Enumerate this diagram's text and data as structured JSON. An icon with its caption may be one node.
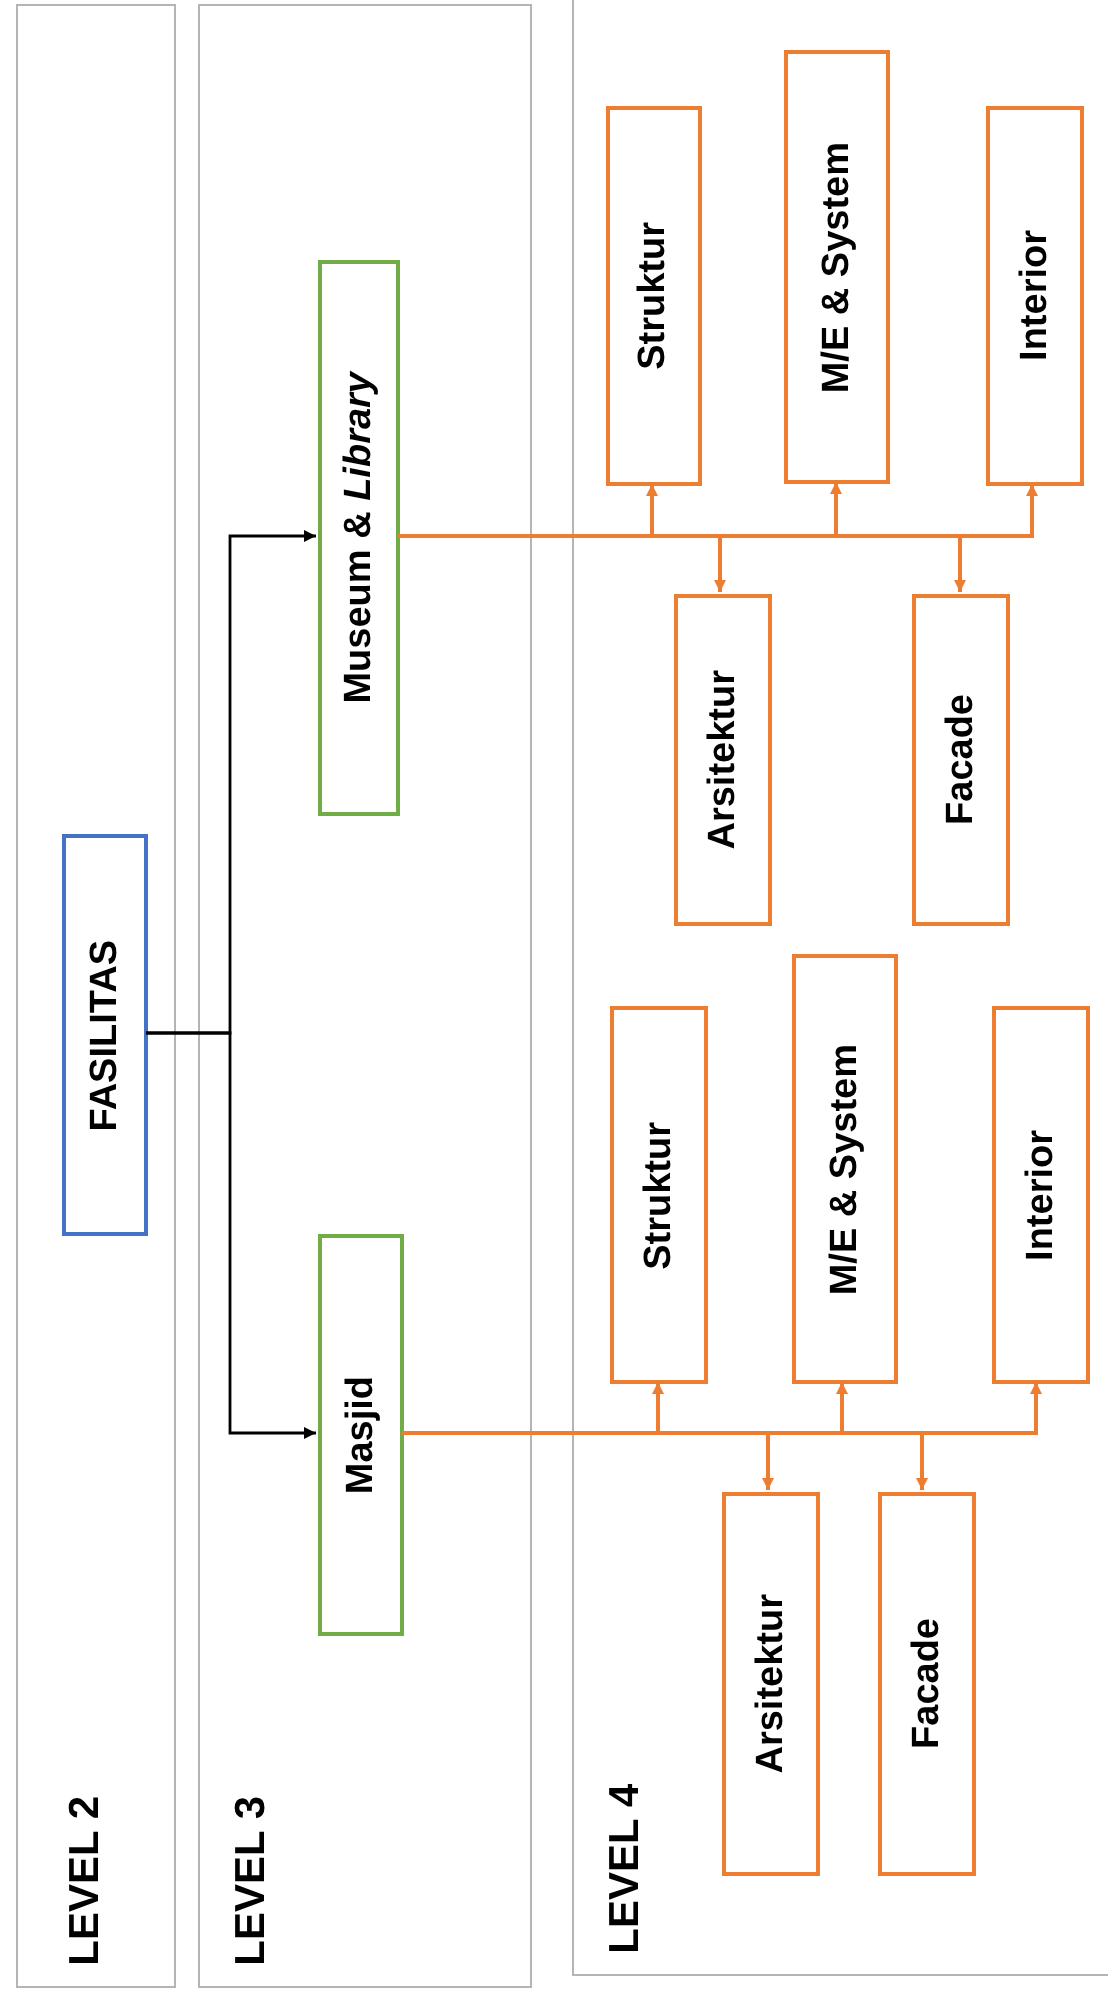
{
  "diagram": {
    "nodes": [
      {
        "text": [
          "LEVEL 2"
        ]
      },
      {
        "text": [
          "FASILITAS"
        ],
        "in": 0
      },
      {
        "text": [
          "LEVEL 3"
        ]
      },
      {
        "text": [
          "Museum & *Library*"
        ],
        "in": 2
      },
      {
        "text": [
          "Masjid"
        ],
        "in": 2
      },
      {
        "text": [
          "LEVEL 4"
        ]
      },
      {
        "text": [
          "Struktur"
        ],
        "in": 5
      },
      {
        "text": [
          "M/E & System"
        ],
        "in": 5
      },
      {
        "text": [
          "Interior"
        ],
        "in": 5
      },
      {
        "text": [
          "Arsitektur"
        ],
        "in": 5
      },
      {
        "text": [
          "Facade"
        ],
        "in": 5
      },
      {
        "text": [
          "Struktur"
        ],
        "in": 5
      },
      {
        "text": [
          "M/E & System"
        ],
        "in": 5
      },
      {
        "text": [
          "Interior"
        ],
        "in": 5
      },
      {
        "text": [
          "Arsitektur"
        ],
        "in": 5
      },
      {
        "text": [
          "Facade"
        ],
        "in": 5
      }
    ],
    "edges": [
      {
        "from": 1,
        "to": 3,
        "arrow": "to",
        "color": "#000000"
      },
      {
        "from": 1,
        "to": 4,
        "arrow": "to",
        "color": "#000000"
      },
      {
        "from": 3,
        "to": 6,
        "arrow": "to"
      },
      {
        "from": 3,
        "to": 7,
        "arrow": "to"
      },
      {
        "from": 3,
        "to": 8,
        "arrow": "to"
      },
      {
        "from": 3,
        "to": 9,
        "arrow": "to"
      },
      {
        "from": 3,
        "to": 10,
        "arrow": "to"
      },
      {
        "from": 4,
        "to": 11,
        "arrow": "to"
      },
      {
        "from": 4,
        "to": 12,
        "arrow": "to"
      },
      {
        "from": 4,
        "to": 13,
        "arrow": "to"
      },
      {
        "from": 4,
        "to": 14,
        "arrow": "to"
      },
      {
        "from": 4,
        "to": 15,
        "arrow": "to"
      }
    ]
  }
}
